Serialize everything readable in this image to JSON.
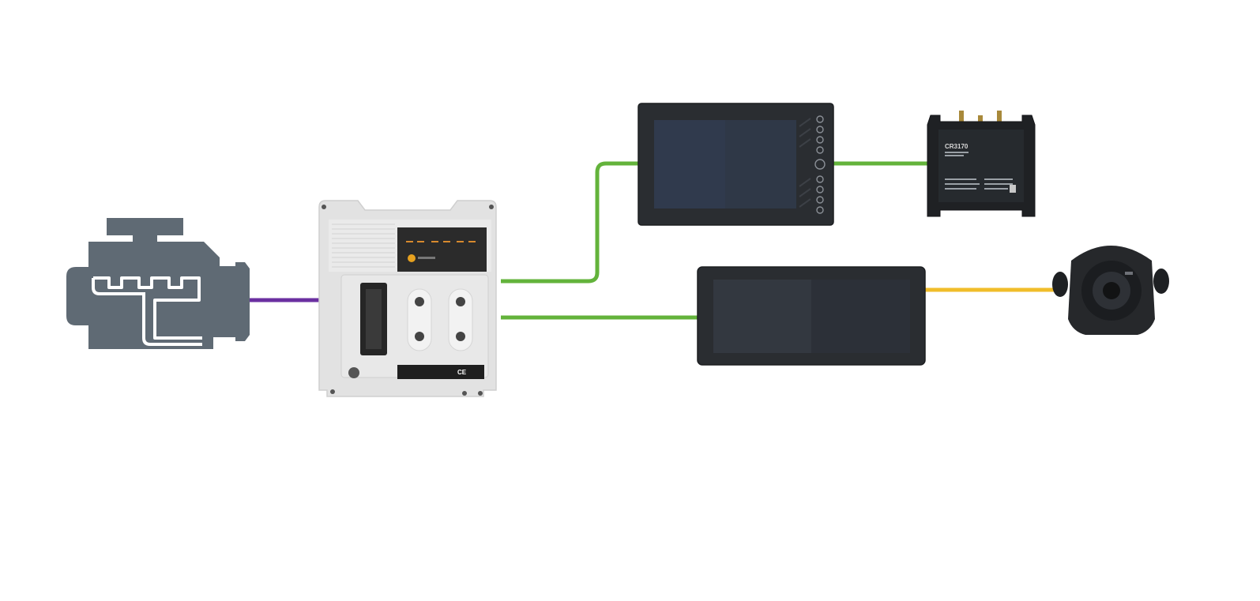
{
  "colors": {
    "background": "#ffffff",
    "engine_gray": "#5f6a74",
    "link_purple": "#6a2fa0",
    "link_green": "#63b33b",
    "link_yellow": "#f0bd2a",
    "controller_body": "#e3e3e3",
    "device_dark": "#2a2d31"
  },
  "nodes": [
    {
      "id": "engine",
      "icon": "engine-icon"
    },
    {
      "id": "controller",
      "icon": "controller-icon"
    },
    {
      "id": "display",
      "icon": "display-icon"
    },
    {
      "id": "gateway",
      "icon": "gateway-icon"
    },
    {
      "id": "widescreen",
      "icon": "widescreen-display-icon"
    },
    {
      "id": "camera",
      "icon": "camera-icon"
    }
  ],
  "links": [
    {
      "from": "engine",
      "to": "controller",
      "color": "#6a2fa0"
    },
    {
      "from": "controller",
      "to": "display",
      "color": "#63b33b"
    },
    {
      "from": "display",
      "to": "gateway",
      "color": "#63b33b"
    },
    {
      "from": "controller",
      "to": "widescreen",
      "color": "#63b33b"
    },
    {
      "from": "widescreen",
      "to": "camera",
      "color": "#f0bd2a"
    }
  ],
  "labels": {
    "gateway_model": "CR3170",
    "marking_ce": "CE"
  }
}
